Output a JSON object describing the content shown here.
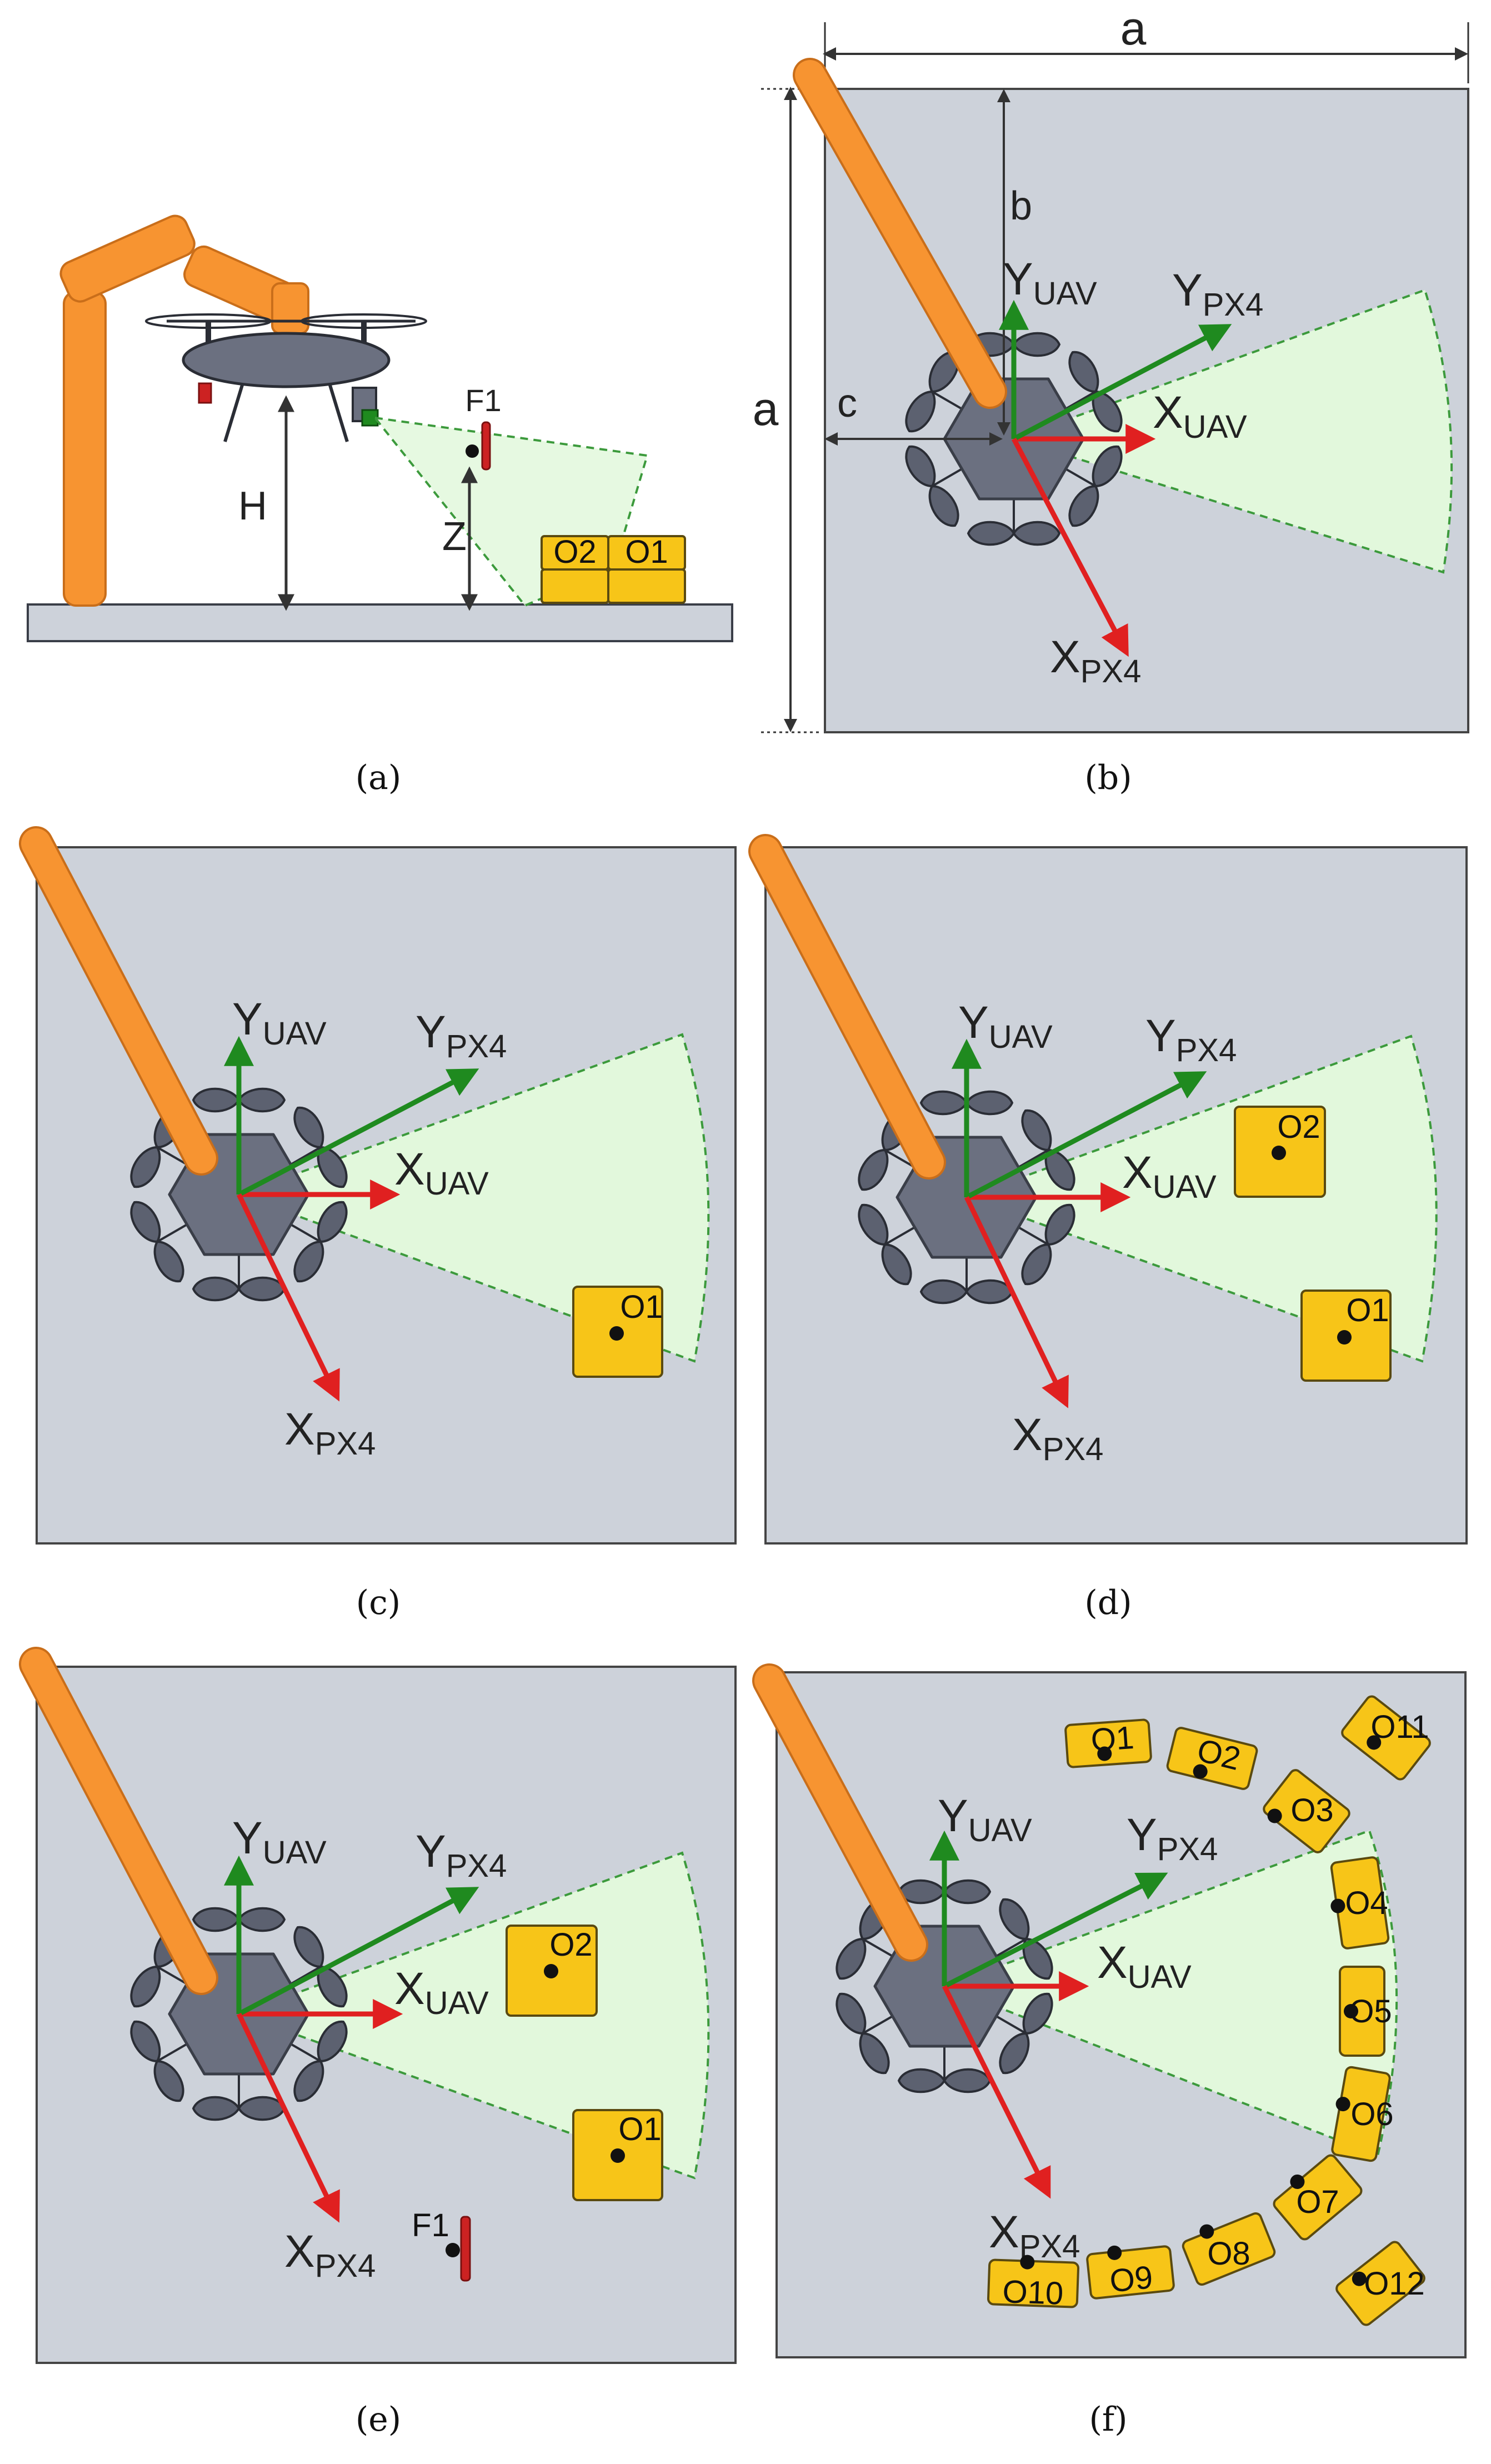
{
  "captions": {
    "a": "(a)",
    "b": "(b)",
    "c": "(c)",
    "d": "(d)",
    "e": "(e)",
    "f": "(f)"
  },
  "labels": {
    "y_uav_main": "Y",
    "y_uav_sub": "UAV",
    "x_uav_main": "X",
    "x_uav_sub": "UAV",
    "y_px4_main": "Y",
    "y_px4_sub": "PX4",
    "x_px4_main": "X",
    "x_px4_sub": "PX4"
  },
  "panel_a": {
    "height_label": "H",
    "z_label": "Z",
    "f1_label": "F1",
    "box_labels": [
      "O2",
      "O1"
    ]
  },
  "panel_b": {
    "a_top": "a",
    "a_left": "a",
    "b_label": "b",
    "c_label": "c"
  },
  "panel_c": {
    "objects": [
      "O1"
    ]
  },
  "panel_d": {
    "objects": [
      "O2",
      "O1"
    ]
  },
  "panel_e": {
    "objects": [
      "O2",
      "O1"
    ],
    "fiducial": "F1"
  },
  "panel_f": {
    "objects": [
      "O1",
      "O2",
      "O3",
      "O4",
      "O5",
      "O6",
      "O7",
      "O8",
      "O9",
      "O10",
      "O11",
      "O12"
    ]
  },
  "colors": {
    "panel_bg": "#cdd2da",
    "arm": "#f79431",
    "body": "#6b7080",
    "fov": "#e2f8dc",
    "fov_edge": "#3c9a3c",
    "x_axis": "#e02020",
    "y_axis": "#1f8a1f",
    "box": "#f7c518"
  }
}
